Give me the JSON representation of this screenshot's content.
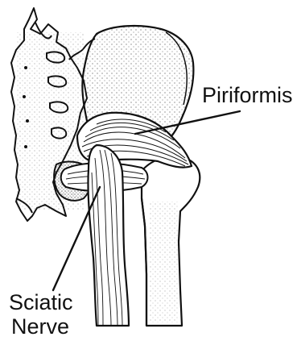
{
  "labels": {
    "piriformis": "Piriformis",
    "sciatic_line1": "Sciatic",
    "sciatic_line2": "Nerve"
  },
  "colors": {
    "ink": "#111111",
    "background": "#ffffff",
    "stipple": "#555555"
  }
}
